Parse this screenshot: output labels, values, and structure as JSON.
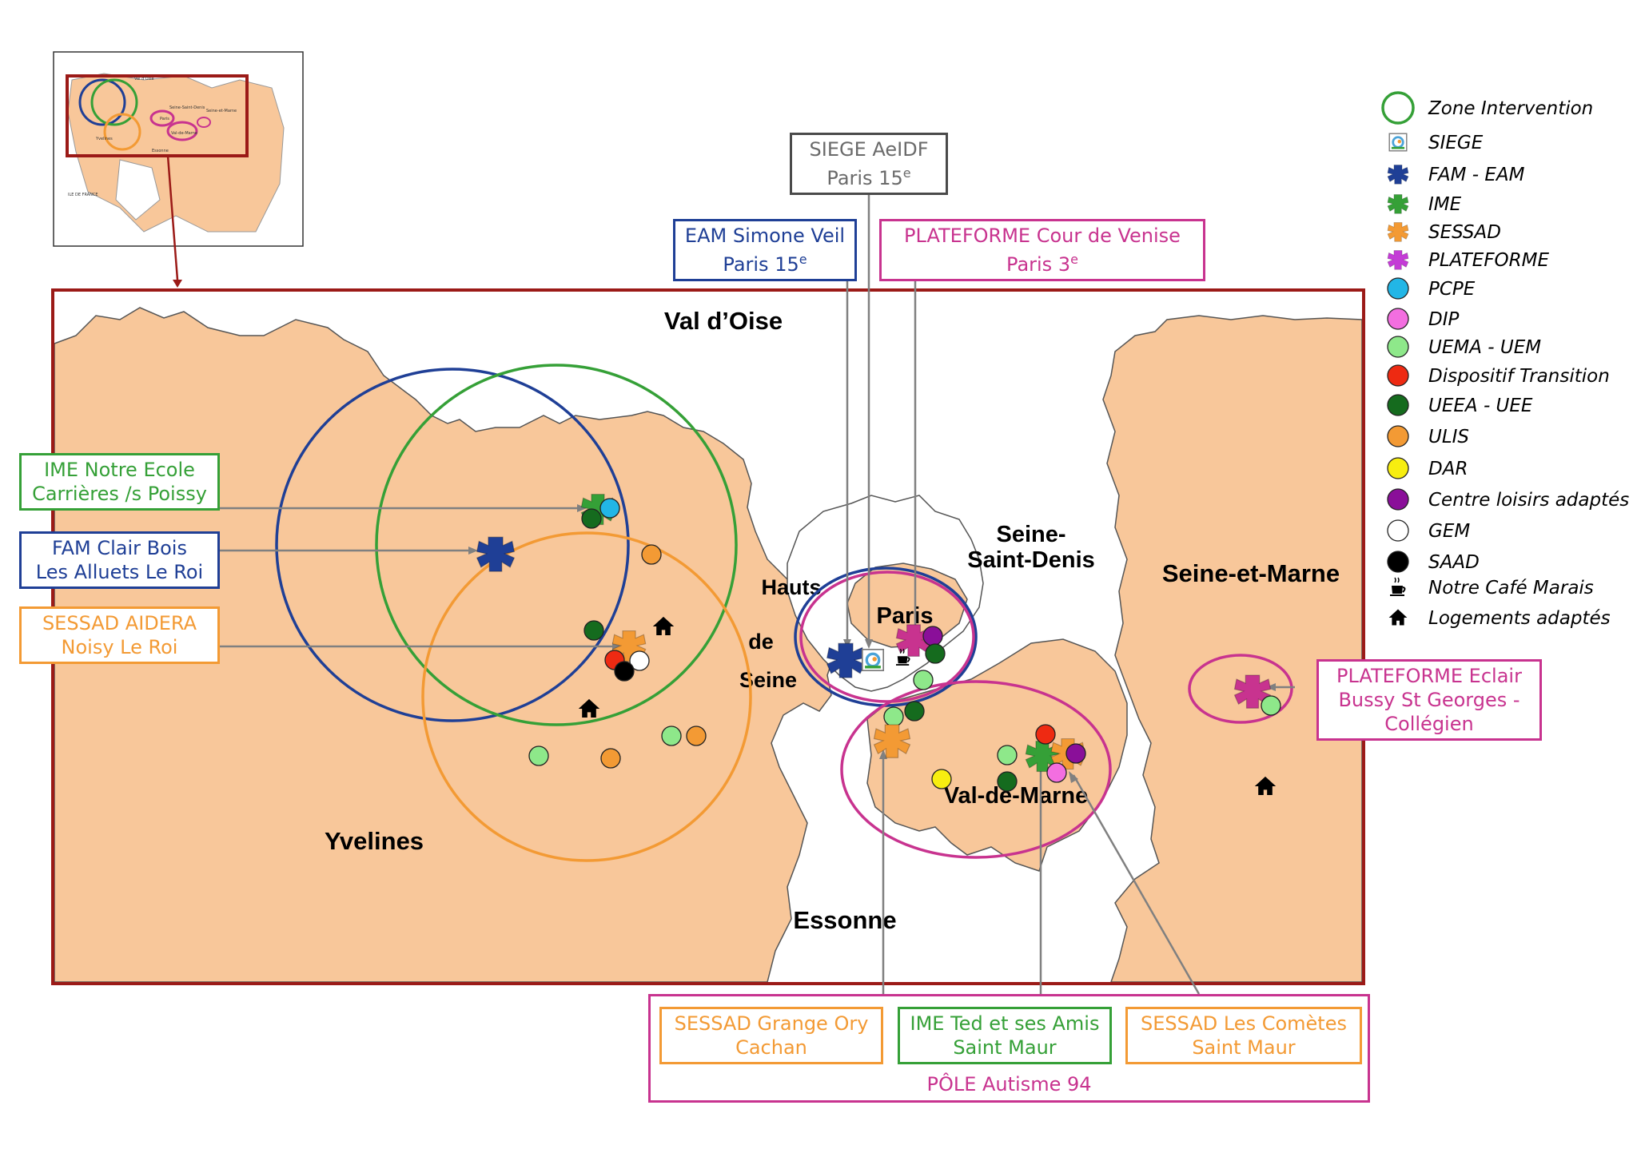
{
  "regions": {
    "val_doise": "Val d’Oise",
    "yvelines": "Yvelines",
    "hauts": "Hauts",
    "de": "de",
    "seine": "Seine",
    "paris": "Paris",
    "seine_saint_denis_1": "Seine-",
    "seine_saint_denis_2": "Saint-Denis",
    "seine_et_marne": "Seine-et-Marne",
    "val_de_marne": "Val-de-Marne",
    "essonne": "Essonne"
  },
  "inset": {
    "labels": [
      "Val d'Oise",
      "Seine-et-Marne",
      "Yvelines",
      "Seine-Saint-Denis",
      "Paris",
      "Val-de-Marne",
      "Essonne",
      "ILE DE FRANCE"
    ]
  },
  "legend": [
    {
      "label": "Zone Intervention",
      "icon": "ring-icon",
      "color": "#35a037"
    },
    {
      "label": "SIEGE",
      "icon": "siege-logo-icon",
      "color": "#4aa3d8"
    },
    {
      "label": "FAM - EAM",
      "icon": "puzzle-icon",
      "color": "#1f3f96"
    },
    {
      "label": "IME",
      "icon": "puzzle-icon",
      "color": "#35a037"
    },
    {
      "label": "SESSAD",
      "icon": "puzzle-icon",
      "color": "#f39a34"
    },
    {
      "label": "PLATEFORME",
      "icon": "puzzle-icon",
      "color": "#c43bd6"
    },
    {
      "label": "PCPE",
      "icon": "dot-icon",
      "color": "#22b6e6"
    },
    {
      "label": "DIP",
      "icon": "dot-icon",
      "color": "#f36ee0"
    },
    {
      "label": "UEMA - UEM",
      "icon": "dot-icon",
      "color": "#8ee88a"
    },
    {
      "label": "Dispositif Transition",
      "icon": "dot-icon",
      "color": "#ee2a12"
    },
    {
      "label": "UEEA - UEE",
      "icon": "dot-icon",
      "color": "#156b1e"
    },
    {
      "label": "ULIS",
      "icon": "dot-icon",
      "color": "#f39a34"
    },
    {
      "label": "DAR",
      "icon": "dot-icon",
      "color": "#f7ee10"
    },
    {
      "label": "Centre loisirs adaptés",
      "icon": "dot-icon",
      "color": "#8a0f99"
    },
    {
      "label": "GEM",
      "icon": "dot-icon",
      "color": "#ffffff"
    },
    {
      "label": "SAAD",
      "icon": "dot-icon",
      "color": "#000000"
    },
    {
      "label": "Notre Café Marais",
      "icon": "coffee-icon",
      "color": "#000000"
    },
    {
      "label": "Logements adaptés",
      "icon": "house-icon",
      "color": "#000000"
    }
  ],
  "callouts": {
    "siege": {
      "line1": "SIEGE AeIDF",
      "line2": "Paris 15",
      "sup": "e"
    },
    "eam": {
      "line1": "EAM Simone Veil",
      "line2": "Paris 15",
      "sup": "e"
    },
    "plateforme_venise": {
      "line1": "PLATEFORME Cour de Venise",
      "line2": "Paris 3",
      "sup": "e"
    },
    "ime_notre_ecole": {
      "line1": "IME Notre Ecole",
      "line2": "Carrières /s Poissy"
    },
    "fam_clair_bois": {
      "line1": "FAM Clair Bois",
      "line2": "Les Alluets Le Roi"
    },
    "sessad_aidera": {
      "line1": "SESSAD AIDERA",
      "line2": "Noisy Le Roi"
    },
    "plateforme_eclair": {
      "line1": "PLATEFORME Eclair",
      "line2": "Bussy St Georges -",
      "line3": "Collégien"
    },
    "sessad_grange": {
      "line1": "SESSAD Grange Ory",
      "line2": "Cachan"
    },
    "ime_ted": {
      "line1": "IME Ted et ses Amis",
      "line2": "Saint Maur"
    },
    "sessad_cometes": {
      "line1": "SESSAD Les Comètes",
      "line2": "Saint Maur"
    },
    "pole": "PÔLE Autisme 94"
  },
  "colors": {
    "land": "#f8c79a",
    "frame": "#9b1a17",
    "zone_green": "#35a037",
    "zone_blue": "#1f3f96",
    "zone_orange": "#f39a34",
    "zone_magenta": "#c8338f"
  }
}
